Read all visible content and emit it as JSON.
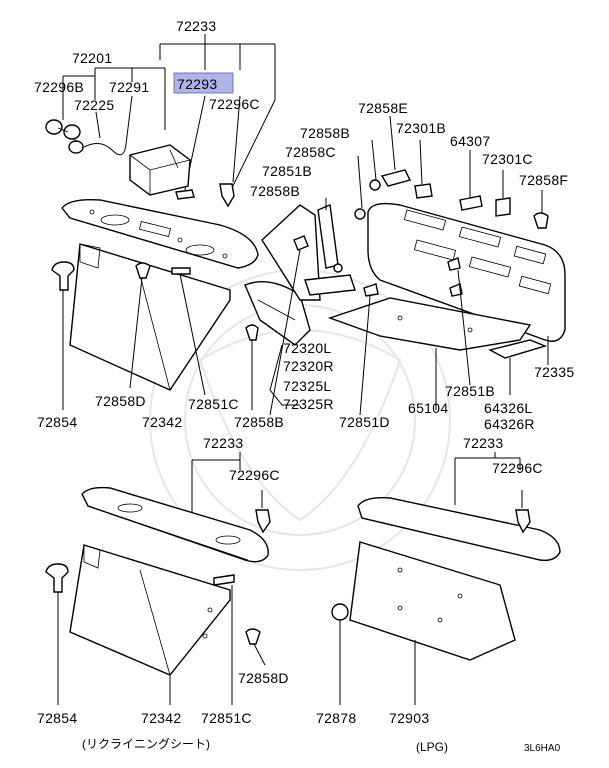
{
  "labels": {
    "l72233_top": "72233",
    "l72201": "72201",
    "l72296B": "72296B",
    "l72291": "72291",
    "l72293": "72293",
    "l72225": "72225",
    "l72296C_top": "72296C",
    "l72858E": "72858E",
    "l72858B_a": "72858B",
    "l72301B": "72301B",
    "l64307": "64307",
    "l72858C": "72858C",
    "l72301C": "72301C",
    "l72851B_top": "72851B",
    "l72858F": "72858F",
    "l72858B_b": "72858B",
    "l72854_a": "72854",
    "l72858D_a": "72858D",
    "l72342_a": "72342",
    "l72851C_a": "72851C",
    "l72858B_c": "72858B",
    "l72320L": "72320L",
    "l72320R": "72320R",
    "l72325L": "72325L",
    "l72325R": "72325R",
    "l72851D": "72851D",
    "l72851B_b": "72851B",
    "l65104": "65104",
    "l64326L": "64326L",
    "l64326R": "64326R",
    "l72335": "72335",
    "l72233_mid": "72233",
    "l72296C_mid": "72296C",
    "l72233_right": "72233",
    "l72296C_right": "72296C",
    "l72854_b": "72854",
    "l72342_b": "72342",
    "l72851C_b": "72851C",
    "l72858D_b": "72858D",
    "l72878": "72878",
    "l72903": "72903"
  },
  "captions": {
    "recline": "(リクライニングシート)",
    "lpg": "(LPG)",
    "code": "3L6HA0"
  },
  "highlight": {
    "part": "72293",
    "color": "#aeb4e8"
  }
}
